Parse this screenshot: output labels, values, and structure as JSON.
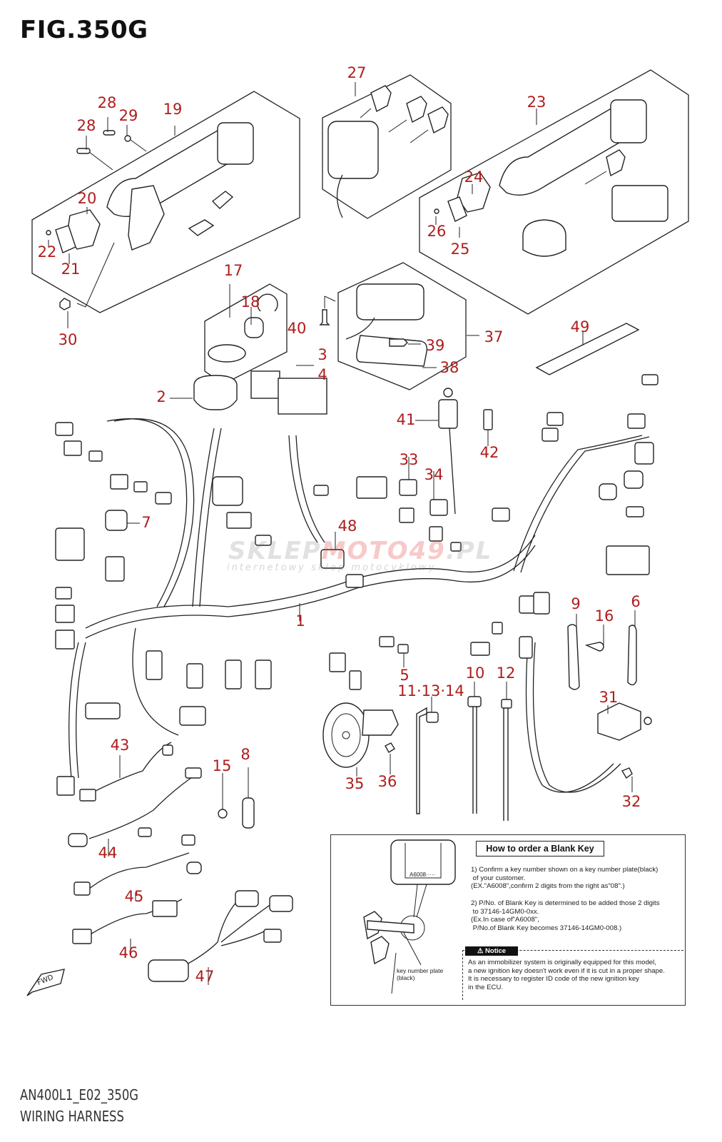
{
  "header": {
    "figure_title": "FIG.350G"
  },
  "footer": {
    "code": "AN400L1_E02_350G",
    "section_title": "WIRING HARNESS"
  },
  "watermark": {
    "brand_prefix": "SKLEP",
    "brand_accent": "MOTO49",
    "brand_suffix": ".PL",
    "tagline": "internetowy sklep motocyklowy"
  },
  "fwd_arrow": {
    "label": "FWD"
  },
  "callouts": [
    {
      "id": "1",
      "label": "1"
    },
    {
      "id": "2",
      "label": "2"
    },
    {
      "id": "3",
      "label": "3"
    },
    {
      "id": "4",
      "label": "4"
    },
    {
      "id": "5",
      "label": "5"
    },
    {
      "id": "6",
      "label": "6"
    },
    {
      "id": "7",
      "label": "7"
    },
    {
      "id": "8",
      "label": "8"
    },
    {
      "id": "9",
      "label": "9"
    },
    {
      "id": "10",
      "label": "10"
    },
    {
      "id": "11-13-14",
      "label": "11·13·14"
    },
    {
      "id": "12",
      "label": "12"
    },
    {
      "id": "15",
      "label": "15"
    },
    {
      "id": "16",
      "label": "16"
    },
    {
      "id": "17",
      "label": "17"
    },
    {
      "id": "18",
      "label": "18"
    },
    {
      "id": "19",
      "label": "19"
    },
    {
      "id": "20",
      "label": "20"
    },
    {
      "id": "21",
      "label": "21"
    },
    {
      "id": "22",
      "label": "22"
    },
    {
      "id": "23",
      "label": "23"
    },
    {
      "id": "24",
      "label": "24"
    },
    {
      "id": "25",
      "label": "25"
    },
    {
      "id": "26",
      "label": "26"
    },
    {
      "id": "27",
      "label": "27"
    },
    {
      "id": "28a",
      "label": "28"
    },
    {
      "id": "28b",
      "label": "28"
    },
    {
      "id": "29",
      "label": "29"
    },
    {
      "id": "30",
      "label": "30"
    },
    {
      "id": "31",
      "label": "31"
    },
    {
      "id": "32",
      "label": "32"
    },
    {
      "id": "33",
      "label": "33"
    },
    {
      "id": "34",
      "label": "34"
    },
    {
      "id": "35",
      "label": "35"
    },
    {
      "id": "36",
      "label": "36"
    },
    {
      "id": "37",
      "label": "37"
    },
    {
      "id": "38",
      "label": "38"
    },
    {
      "id": "39",
      "label": "39"
    },
    {
      "id": "40",
      "label": "40"
    },
    {
      "id": "41",
      "label": "41"
    },
    {
      "id": "42",
      "label": "42"
    },
    {
      "id": "43",
      "label": "43"
    },
    {
      "id": "44",
      "label": "44"
    },
    {
      "id": "45",
      "label": "45"
    },
    {
      "id": "46",
      "label": "46"
    },
    {
      "id": "47",
      "label": "47"
    },
    {
      "id": "48",
      "label": "48"
    },
    {
      "id": "49",
      "label": "49"
    }
  ],
  "blank_key_info": {
    "title": "How to order a Blank Key",
    "plate_sample": "A6008·····",
    "plate_caption": "key number plate\n(black)",
    "step1": "1) Confirm a key number shown on a key number plate(black)\n of your customer.\n(EX.\"A6008\",confirm 2 digits from the right as\"08\".)",
    "step2": "2) P/No. of Blank Key is determined to be added those 2 digits\n to 37146-14GM0-0xx.\n(Ex.In case of\"A6008\",\n P/No.of Blank Key becomes 37146-14GM0-008.)",
    "notice_label": "⚠ Notice",
    "notice_text": "As an immobilizer system is originally equipped for this model,\na new ignition key doesn't work even if it is cut in a proper shape.\nIt is necessary to register ID code of the new ignition key\nin the ECU."
  },
  "colors": {
    "callout": "#b01c1c",
    "line": "#222222",
    "background": "#ffffff"
  }
}
